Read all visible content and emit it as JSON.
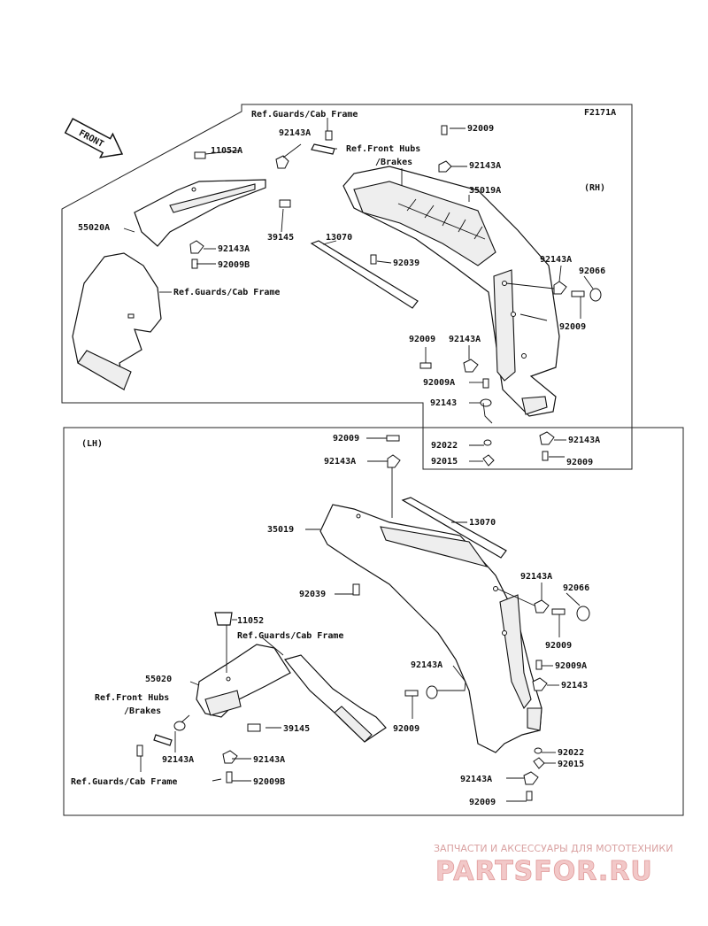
{
  "diagram_code": "F2171A",
  "front_badge": "FRONT",
  "rh_group": {
    "side": "(RH)",
    "labels": {
      "ref_guards_top": "Ref.Guards/Cab Frame",
      "p92143A_a": "92143A",
      "p11052A": "11052A",
      "ref_hubs_1": "Ref.Front Hubs",
      "ref_hubs_2": "/Brakes",
      "p92009_a": "92009",
      "p92143A_b": "92143A",
      "p35019A": "35019A",
      "p55020A": "55020A",
      "p92143A_c": "92143A",
      "p39145": "39145",
      "p13070": "13070",
      "p92039": "92039",
      "p92009B": "92009B",
      "ref_guards_mid": "Ref.Guards/Cab Frame",
      "p92143A_d": "92143A",
      "p92066": "92066",
      "p92009_b": "92009",
      "p92009_c": "92009",
      "p92143A_e": "92143A",
      "p92009A": "92009A",
      "p92143": "92143",
      "p92022": "92022",
      "p92143A_f": "92143A",
      "p92015": "92015",
      "p92009_d": "92009"
    }
  },
  "lh_group": {
    "side": "(LH)",
    "labels": {
      "p92009_a": "92009",
      "p92143A_a": "92143A",
      "p35019": "35019",
      "p13070": "13070",
      "p92039": "92039",
      "p92143A_b": "92143A",
      "p92066": "92066",
      "p11052": "11052",
      "ref_guards_a": "Ref.Guards/Cab Frame",
      "p92009_b": "92009",
      "p92143A_c": "92143A",
      "p92009A": "92009A",
      "p55020": "55020",
      "p92143": "92143",
      "ref_hubs_1": "Ref.Front Hubs",
      "ref_hubs_2": "/Brakes",
      "p39145": "39145",
      "p92009_c": "92009",
      "p92143A_d": "92143A",
      "p92143A_e": "92143A",
      "p92022": "92022",
      "p92015": "92015",
      "ref_guards_b": "Ref.Guards/Cab Frame",
      "p92009B": "92009B",
      "p92143A_f": "92143A",
      "p92009_d": "92009"
    }
  },
  "watermark": {
    "tagline": "ЗАПЧАСТИ И АКСЕССУАРЫ ДЛЯ МОТОТЕХНИКИ",
    "brand": "PARTSFOR.RU"
  }
}
